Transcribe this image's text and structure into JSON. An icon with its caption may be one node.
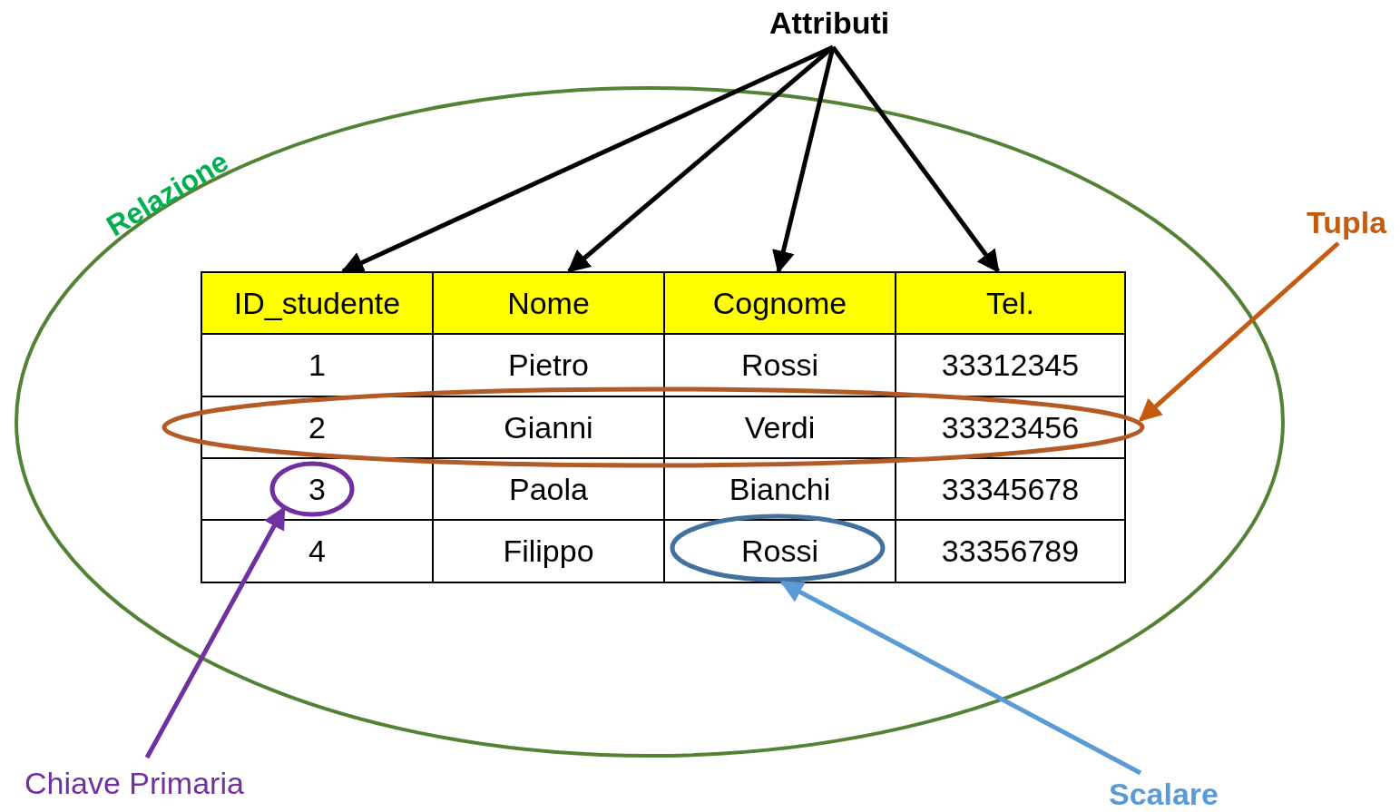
{
  "diagram": {
    "nodes": [
      {
        "text": [
          "Attributi"
        ]
      },
      {
        "text": [
          "Relazione"
        ]
      },
      {
        "text": [
          "ID_studente"
        ],
        "in": 1
      },
      {
        "text": [
          "Nome"
        ],
        "in": 1
      },
      {
        "text": [
          "Cognome"
        ],
        "in": 1
      },
      {
        "text": [
          "Tel."
        ],
        "in": 1
      },
      {
        "text": [
          "Tupla"
        ]
      },
      {
        "text": [],
        "shape": "ellipse",
        "in": 1
      },
      {
        "text": [
          "Chiave Primaria"
        ]
      },
      {
        "text": [],
        "shape": "ellipse",
        "in": 1
      },
      {
        "text": [
          "Scalare"
        ]
      },
      {
        "text": [],
        "shape": "ellipse",
        "in": 1
      }
    ],
    "edges": [
      {
        "from": 0,
        "to": 2,
        "arrow": "to"
      },
      {
        "from": 0,
        "to": 3,
        "arrow": "to"
      },
      {
        "from": 0,
        "to": 4,
        "arrow": "to"
      },
      {
        "from": 0,
        "to": 5,
        "arrow": "to"
      },
      {
        "from": 6,
        "to": 7,
        "arrow": "to",
        "color": "#c55a11"
      },
      {
        "from": 8,
        "to": 9,
        "arrow": "to",
        "color": "#7030a0"
      },
      {
        "from": 10,
        "to": 11,
        "arrow": "to",
        "color": "#5b9bd5"
      }
    ],
    "labels": [
      "1",
      "Pietro",
      "Rossi",
      "33312345",
      "2",
      "Gianni",
      "Verdi",
      "33323456",
      "3",
      "Paola",
      "Bianchi",
      "33345678",
      "4",
      "Filippo",
      "Rossi",
      "33356789"
    ]
  }
}
